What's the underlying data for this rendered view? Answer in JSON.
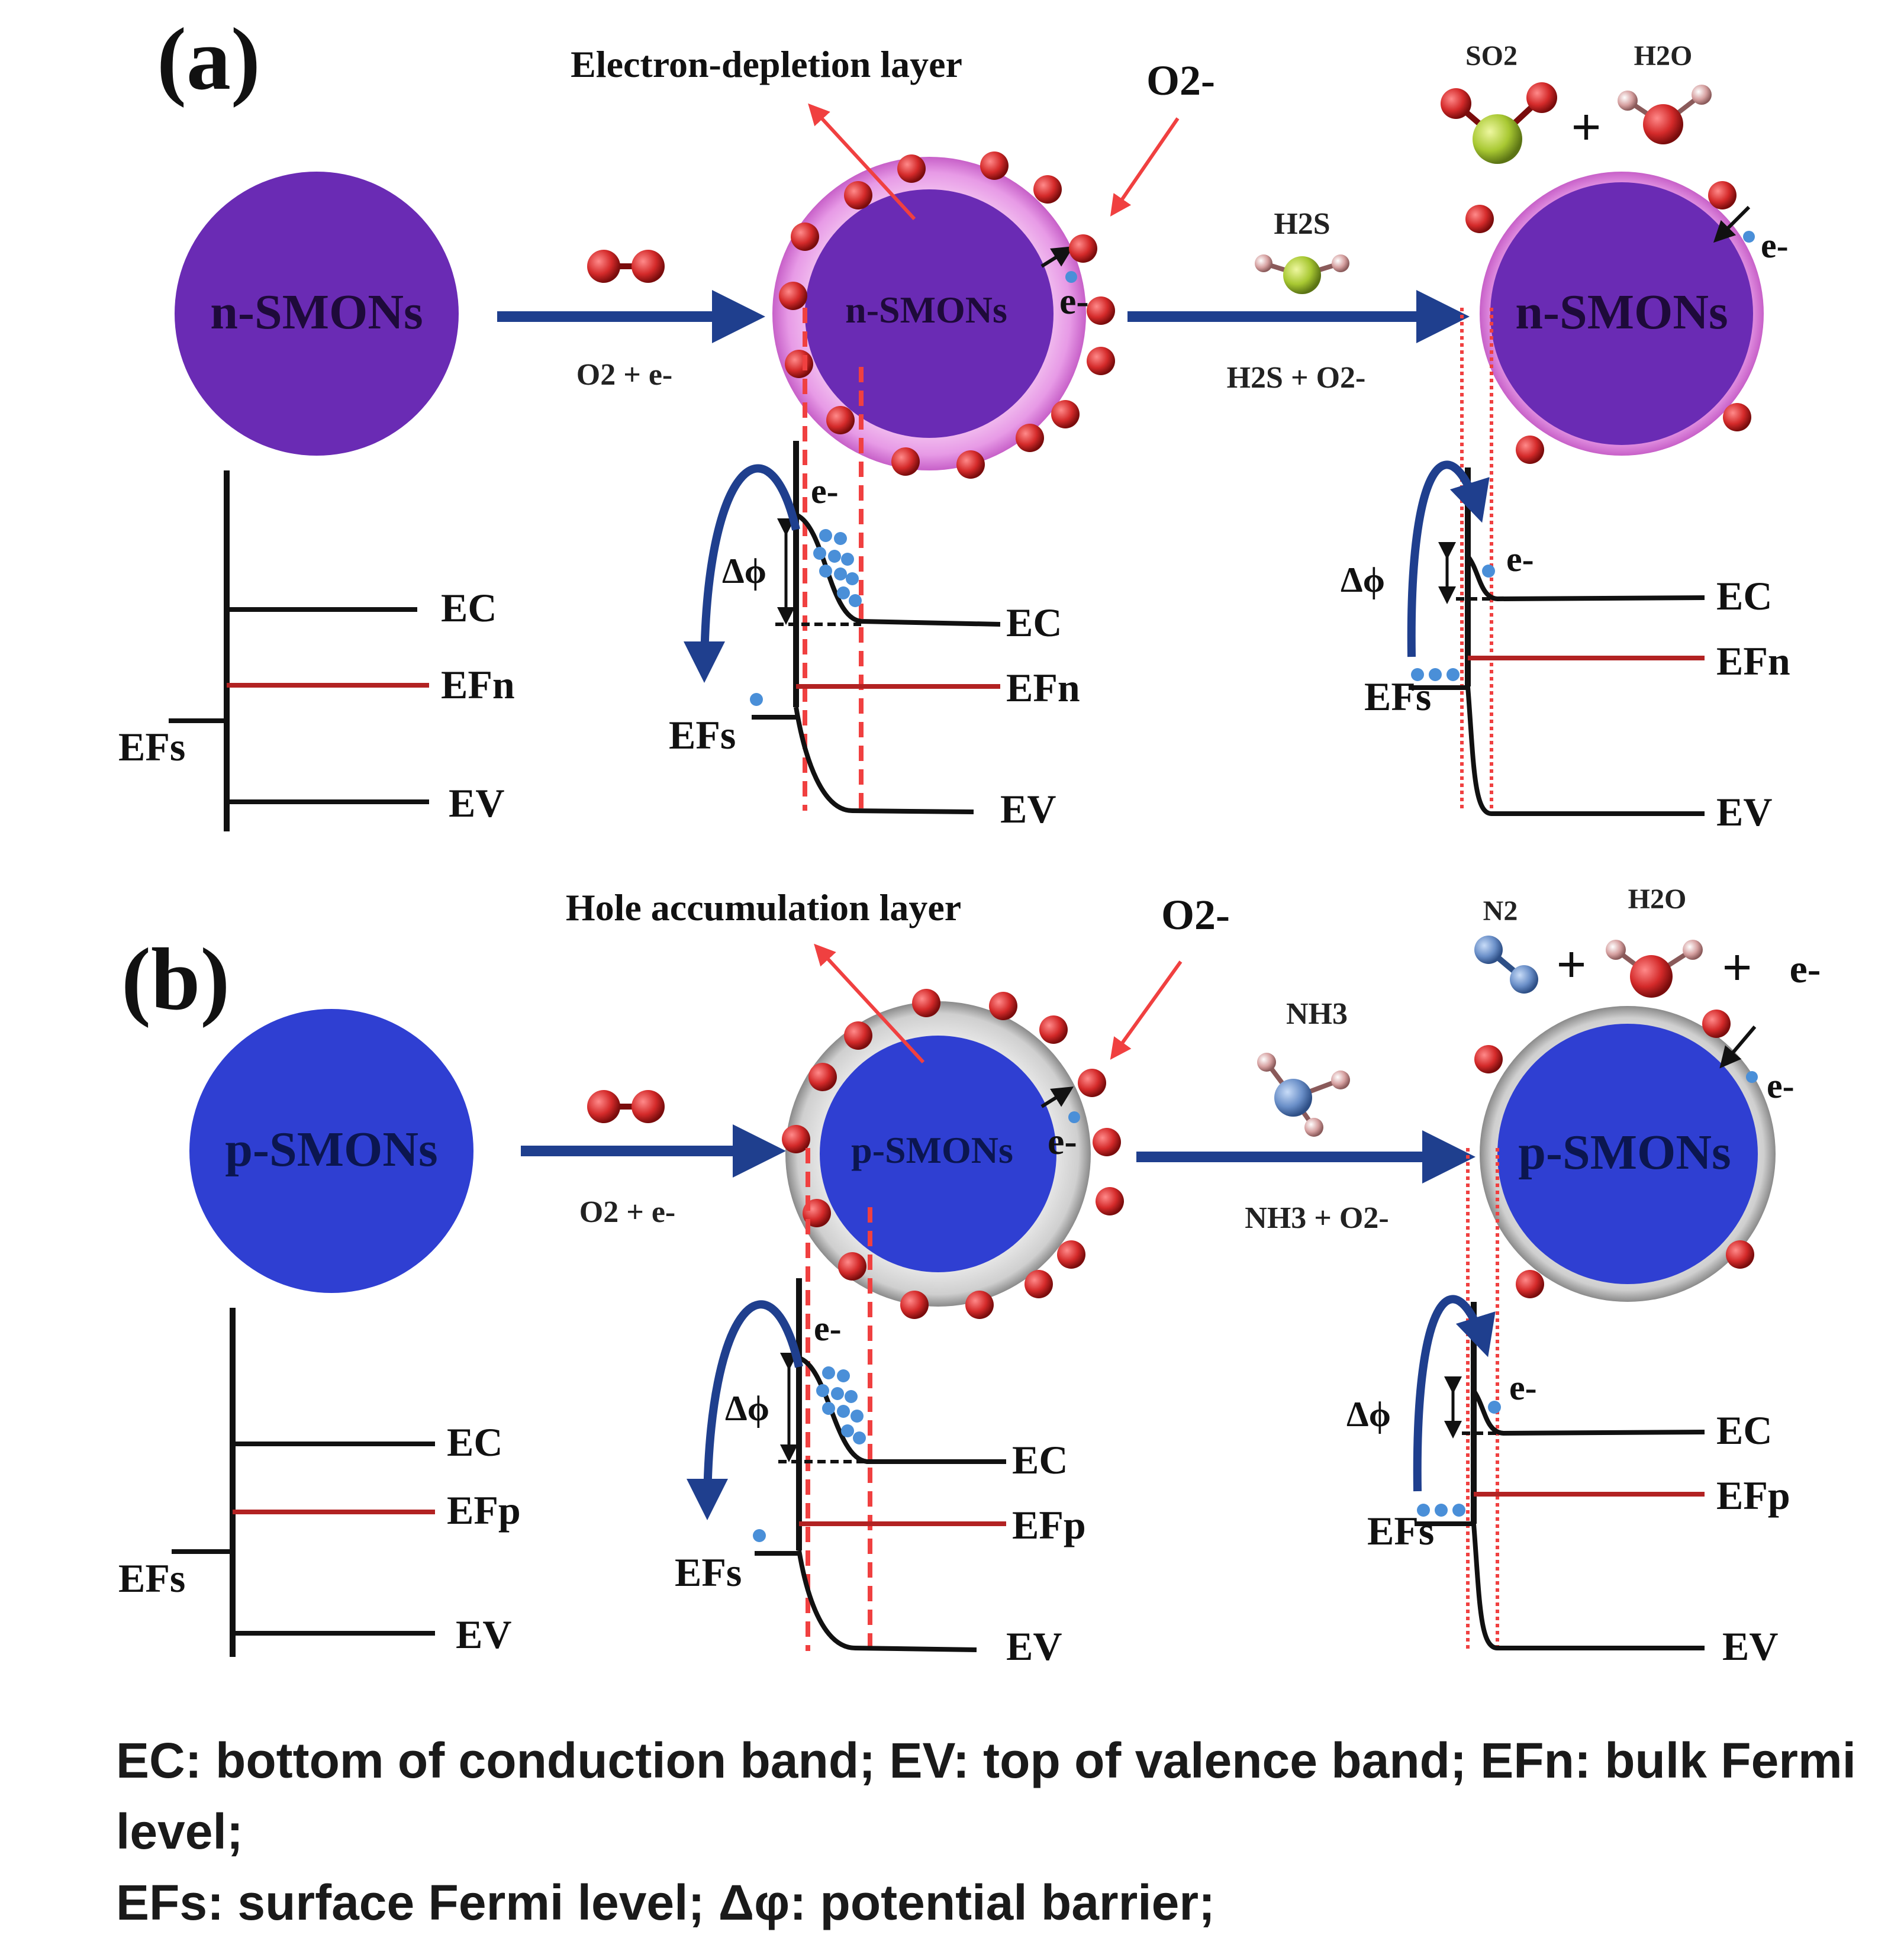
{
  "colors": {
    "n_particle": "#6a2bb4",
    "p_particle": "#2f3fd2",
    "depletion_shell": "#e79ae6",
    "accumulation_shell": "#d8d8d8",
    "arrow": "#1f3f8e",
    "guide": "#f04040",
    "oxygen_atom": "#d42a2a",
    "electron_dot": "#4a8fd8",
    "sulfur_atom": "#a8c832",
    "nitrogen_atom": "#6a8fc8",
    "hydrogen_atom": "#d6a0a0",
    "fermi_level": "#b22222",
    "band_line": "#111111"
  },
  "panel_a": {
    "label": "(a)",
    "particle": "n-SMONs",
    "layer_label": "Electron-depletion layer",
    "adsorbed_oxygen": "O2-",
    "step1_reaction": "O2 + e-",
    "gas": "H2S",
    "step2_reaction": "H2S + O2-",
    "products": [
      "SO2",
      "H2O"
    ],
    "electron": "e-",
    "barrier": "Δϕ",
    "levels": [
      "EC",
      "EFn",
      "EFs",
      "EV"
    ]
  },
  "panel_b": {
    "label": "(b)",
    "particle": "p-SMONs",
    "layer_label": "Hole accumulation layer",
    "adsorbed_oxygen": "O2-",
    "step1_reaction": "O2 + e-",
    "gas": "NH3",
    "step2_reaction": "NH3 + O2-",
    "products": [
      "N2",
      "H2O",
      "e-"
    ],
    "plus": "+",
    "electron": "e-",
    "barrier": "Δϕ",
    "levels": [
      "EC",
      "EFp",
      "EFs",
      "EV"
    ]
  },
  "legend": {
    "ec": "EC",
    "ec_desc": ": bottom of conduction band;",
    "ev": "EV",
    "ev_desc": ": top of valence band;",
    "efn": "EFn",
    "efn_desc": ": bulk Fermi level;",
    "efs": "EFs",
    "efs_desc": ": surface Fermi level;",
    "dphi": "Δφ",
    "dphi_desc": ": potential barrier;"
  }
}
